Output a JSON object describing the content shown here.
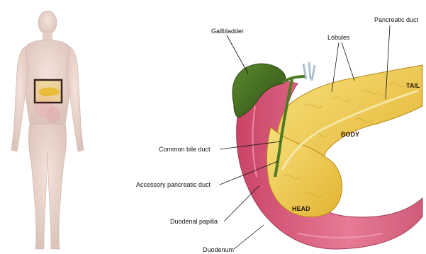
{
  "labels": {
    "gallbladder": "Gallbladder",
    "lobules": "Lobules",
    "pancreatic_duct": "Pancreatic duct",
    "tail": "TAIL",
    "body": "BODY",
    "head": "HEAD",
    "common_bile_duct": "Common bile duct",
    "accessory_pancreatic_duct": "Accessory pancreatic duct",
    "duodenal_papilla": "Duodenal papilla",
    "duodenum": "Duodenum"
  },
  "colors": {
    "pancreas": "#f0c94a",
    "duodenum": "#d9607e",
    "gallbladder": "#3f6b1f",
    "skin": "#ead7cf",
    "highlight_box": "#3a2020"
  }
}
